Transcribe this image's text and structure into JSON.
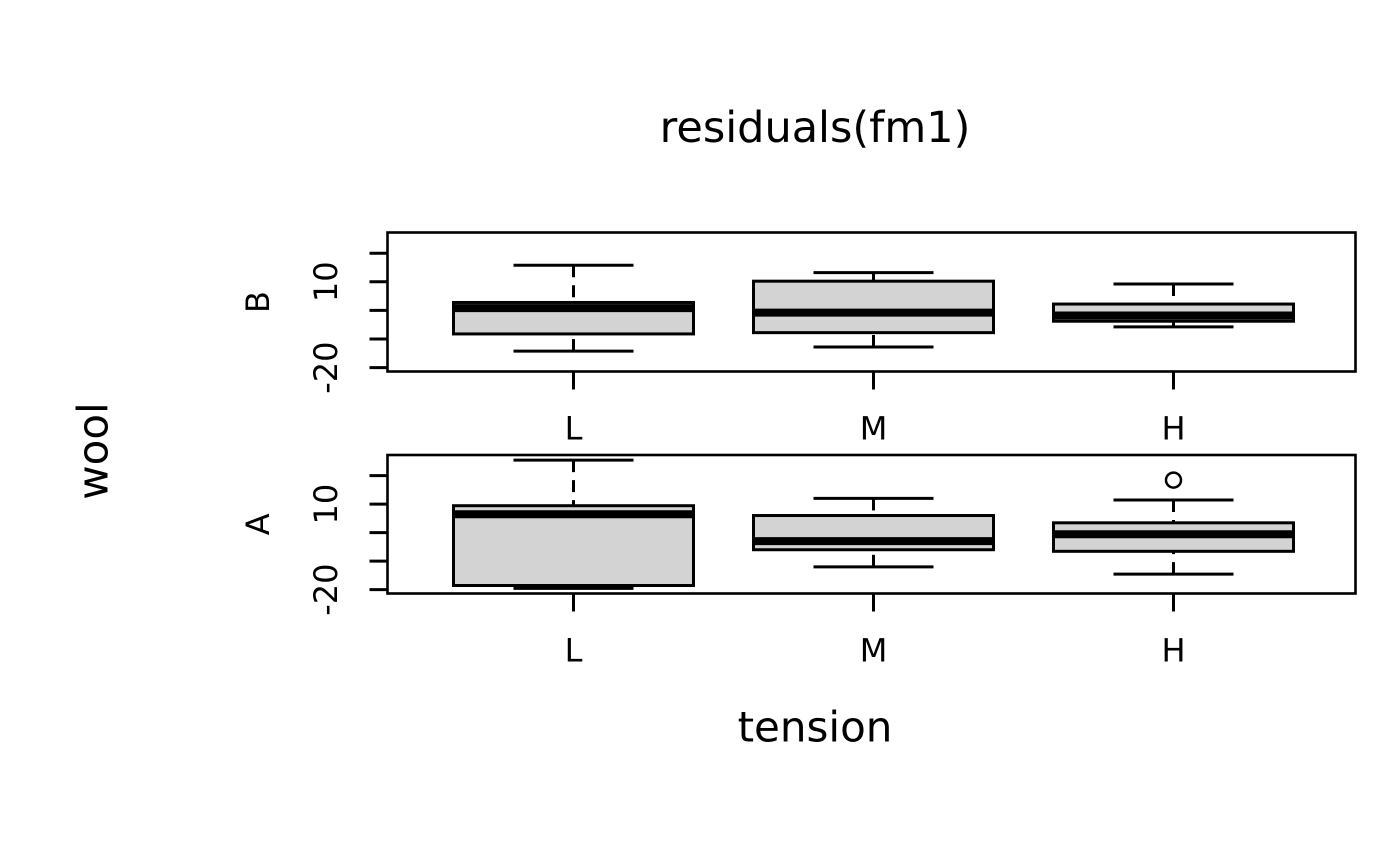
{
  "title": "residuals(fm1)",
  "colors": {
    "background": "#ffffff",
    "line": "#000000",
    "box_fill": "#d3d3d3"
  },
  "chart_data": {
    "type": "boxplot",
    "title": "residuals(fm1)",
    "xlabel": "tension",
    "ylabel": "wool",
    "categories": [
      "L",
      "M",
      "H"
    ],
    "ylim": [
      -21.36,
      27.24
    ],
    "yticks": [
      -20,
      -10,
      0,
      10,
      20
    ],
    "labeled_yticks": [
      {
        "value": 10,
        "label": "10"
      },
      {
        "value": -20,
        "label": "-20"
      }
    ],
    "grid": "off",
    "legend": "none",
    "panels": [
      {
        "label": "B",
        "boxes": [
          {
            "category": "L",
            "whislo": -14.222,
            "q1": -8.222,
            "med": 0.778,
            "q3": 2.778,
            "whishi": 15.778,
            "outliers": []
          },
          {
            "category": "M",
            "whislo": -12.778,
            "q1": -7.778,
            "med": -0.778,
            "q3": 10.222,
            "whishi": 13.222,
            "outliers": []
          },
          {
            "category": "H",
            "whislo": -5.778,
            "q1": -3.778,
            "med": -1.778,
            "q3": 2.222,
            "whishi": 9.222,
            "outliers": []
          }
        ]
      },
      {
        "label": "A",
        "boxes": [
          {
            "category": "L",
            "whislo": -19.556,
            "q1": -18.556,
            "med": 6.444,
            "q3": 9.444,
            "whishi": 25.444,
            "outliers": []
          },
          {
            "category": "M",
            "whislo": -12.0,
            "q1": -6.0,
            "med": -3.0,
            "q3": 6.0,
            "whishi": 12.0,
            "outliers": []
          },
          {
            "category": "H",
            "whislo": -14.556,
            "q1": -6.556,
            "med": -0.556,
            "q3": 3.444,
            "whishi": 11.444,
            "outliers": [
              18.444
            ]
          }
        ]
      }
    ]
  }
}
